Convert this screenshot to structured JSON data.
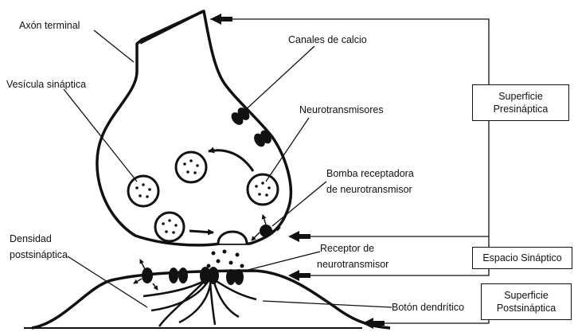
{
  "labels": {
    "axon_terminal": "Axón terminal",
    "calcium_channels": "Canales de calcio",
    "synaptic_vesicle": "Vesícula sináptica",
    "neurotransmitters": "Neurotransmisores",
    "reuptake_pump_line1": "Bomba receptadora",
    "reuptake_pump_line2": "de neurotransmisor",
    "neurotransmitter_receptor_line1": "Receptor de",
    "neurotransmitter_receptor_line2": "neurotransmisor",
    "postsynaptic_density_line1": "Densidad",
    "postsynaptic_density_line2": "postsináptica",
    "dendritic_spine": "Botón dendrítico"
  },
  "boxes": {
    "presynaptic_line1": "Superficie",
    "presynaptic_line2": "Presináptica",
    "synaptic_cleft": "Espacio Sináptico",
    "postsynaptic_line1": "Superficie",
    "postsynaptic_line2": "Postsináptica"
  },
  "colors": {
    "ink": "#111111",
    "background": "#ffffff"
  }
}
